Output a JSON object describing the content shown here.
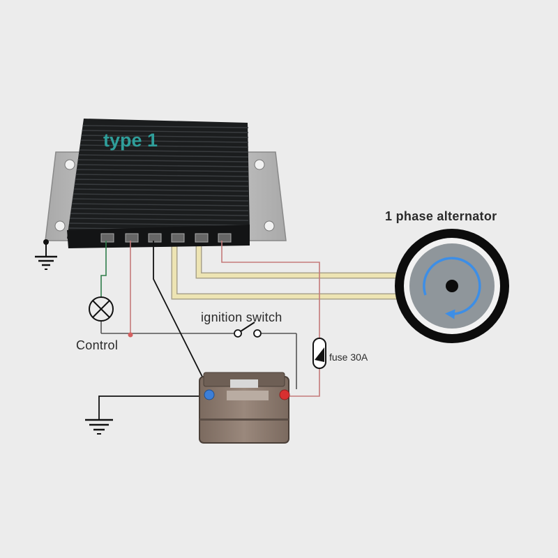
{
  "labels": {
    "unit": "type 1",
    "alternator": "1 phase alternator",
    "ignition": "ignition switch",
    "control": "Control",
    "fuse": "fuse 30A"
  },
  "colors": {
    "background": "#ececec",
    "unit_label": "#2f9e9a",
    "wire_ground": "#2e7d4a",
    "wire_red": "#b86a6a",
    "wire_black": "#111111",
    "wire_ac": "#e8dc9e",
    "rotation_arrow": "#3d8ee6"
  },
  "icons": [
    "ground-symbol-icon",
    "lamp-icon",
    "switch-icon",
    "fuse-icon",
    "battery-icon",
    "alternator-icon"
  ]
}
